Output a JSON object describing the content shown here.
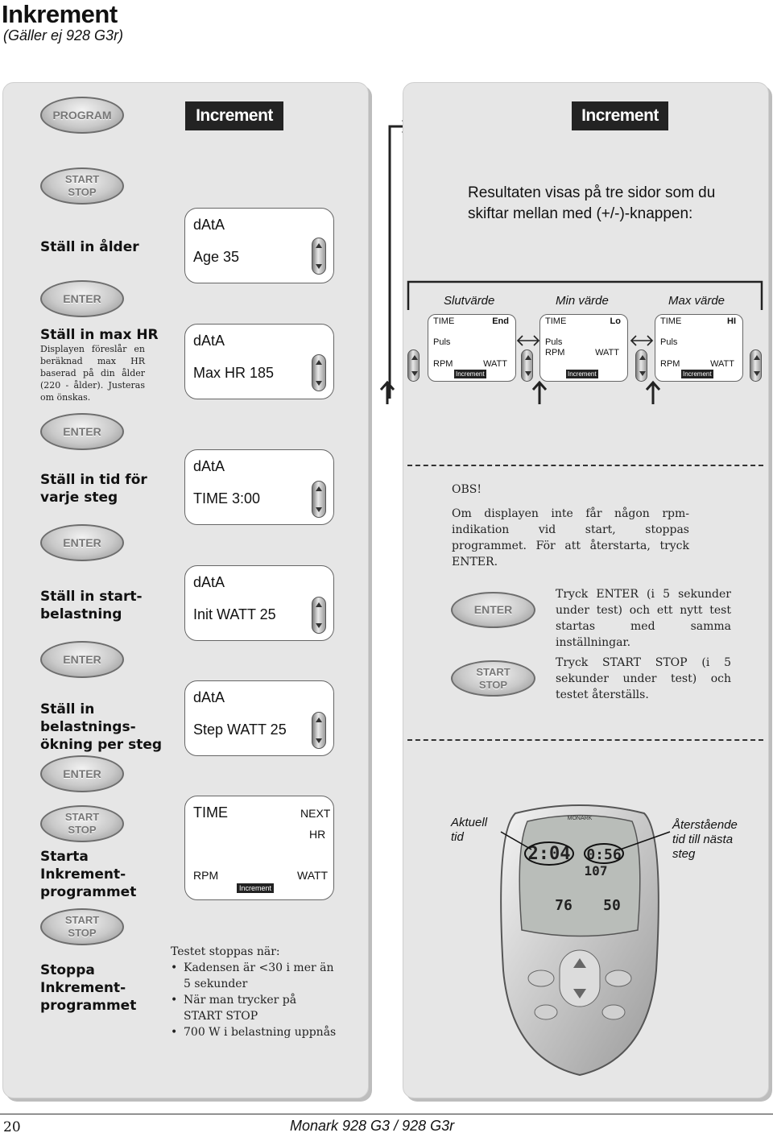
{
  "page": {
    "title": "Inkrement",
    "subtitle": "(Gäller ej 928 G3r)",
    "footer_page": "20",
    "footer_title": "Monark 928 G3 / 928 G3r"
  },
  "buttons": {
    "program": "PROGRAM",
    "start": "START",
    "stop": "STOP",
    "enter": "ENTER"
  },
  "lcd_logo": "Increment",
  "left_steps": {
    "age_label": "Ställ in ålder",
    "age_d1": "dAtA",
    "age_d2": "Age 35",
    "maxhr_label": "Ställ in max HR",
    "maxhr_desc": "Displayen föreslår en beräknad max HR baserad på din ålder (220 - ålder). Justeras om önskas.",
    "maxhr_d1": "dAtA",
    "maxhr_d2": "Max HR 185",
    "time_label": "Ställ in tid för varje steg",
    "time_d1": "dAtA",
    "time_d2": "TIME 3:00",
    "start_label": "Ställ in start-belastning",
    "start_d1": "dAtA",
    "start_d2": "Init WATT 25",
    "step_label": "Ställ in belastnings-ökning per steg",
    "step_d1": "dAtA",
    "step_d2": "Step WATT 25",
    "run_label": "Starta Inkrement-programmet",
    "run_time": "TIME",
    "run_next": "NEXT",
    "run_hr": "HR",
    "run_rpm": "RPM",
    "run_watt": "WATT",
    "run_inc": "Increment",
    "stop_label": "Stoppa Inkrement-programmet",
    "stop_intro": "Testet stoppas när:",
    "stop_items": [
      "Kadensen är <30 i mer än 5 sekunder",
      "När man trycker på START STOP",
      "700 W i belastning uppnås"
    ]
  },
  "right": {
    "results": "Resultaten visas på tre sidor som du skiftar mellan med (+/-)-knappen:",
    "slut": "Slutvärde",
    "min": "Min värde",
    "max": "Max värde",
    "mini_time": "TIME",
    "mini_puls": "Puls",
    "mini_rpm": "RPM",
    "mini_watt": "WATT",
    "mini_inc": "Increment",
    "end": "End",
    "lo": "Lo",
    "hi": "HI",
    "obs_title": "OBS!",
    "obs_text": "Om displayen inte får någon rpm-indikation vid start, stoppas programmet. För att återstarta, tryck ENTER.",
    "enter_text": "Tryck ENTER (i 5 sekunder under test) och ett nytt test startas med samma inställningar.",
    "startstop_text": "Tryck START STOP (i 5 sekunder under test) och testet återställs.",
    "aktuell": "Aktuell tid",
    "aterstaende": "Återstående tid till nästa steg",
    "device_brand": "MONARK",
    "device_time": "2:04",
    "device_remaining": "0:56",
    "device_hr": "107",
    "device_rpm": "76",
    "device_watt": "50"
  }
}
